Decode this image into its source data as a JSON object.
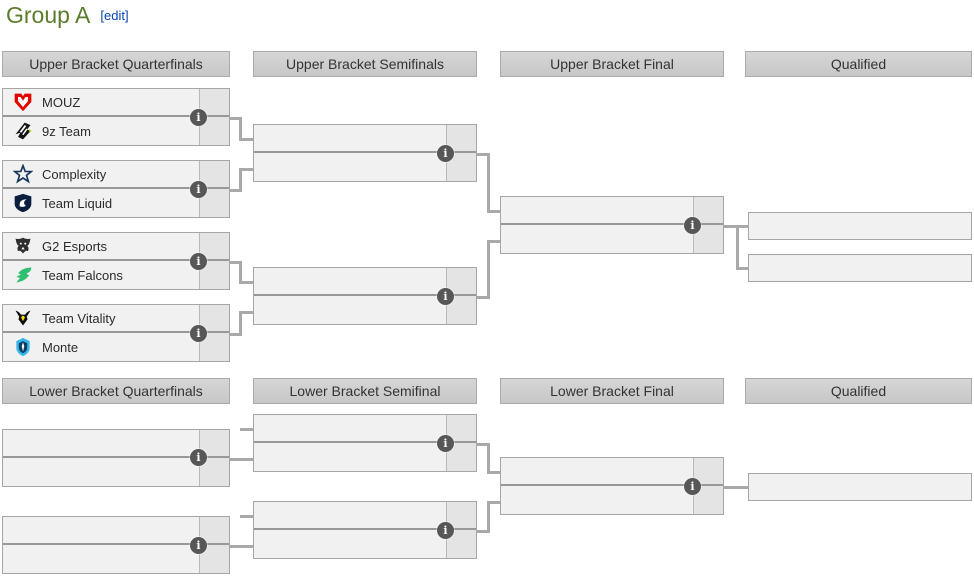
{
  "page": {
    "title": "Group A",
    "edit": "[edit]"
  },
  "upper_bracket": {
    "headers": [
      "Upper Bracket Quarterfinals",
      "Upper Bracket Semifinals",
      "Upper Bracket Final",
      "Qualified"
    ],
    "quarterfinals": [
      {
        "team1": {
          "name": "MOUZ",
          "score": ""
        },
        "team2": {
          "name": "9z Team",
          "score": ""
        }
      },
      {
        "team1": {
          "name": "Complexity",
          "score": ""
        },
        "team2": {
          "name": "Team Liquid",
          "score": ""
        }
      },
      {
        "team1": {
          "name": "G2 Esports",
          "score": ""
        },
        "team2": {
          "name": "Team Falcons",
          "score": ""
        }
      },
      {
        "team1": {
          "name": "Team Vitality",
          "score": ""
        },
        "team2": {
          "name": "Monte",
          "score": ""
        }
      }
    ]
  },
  "lower_bracket": {
    "headers": [
      "Lower Bracket Quarterfinals",
      "Lower Bracket Semifinal",
      "Lower Bracket Final",
      "Qualified"
    ]
  },
  "glyphs": {
    "info": "i"
  },
  "colors": {
    "title_green": "#5a7d2b",
    "edit_link_blue": "#0645ad",
    "header_bg": "#cccccc",
    "box_bg": "#f1f1f1",
    "score_bg": "#e4e4e4",
    "border_gray": "#a6a6a6",
    "connector_gray": "#a9a9a9",
    "info_icon_bg": "#575757",
    "mouz_red": "#e10600",
    "falcons_green": "#2fbf71",
    "monte_cyan": "#35b6e9",
    "liquid_navy": "#0a1f3e",
    "complexity_navy": "#16365f"
  }
}
